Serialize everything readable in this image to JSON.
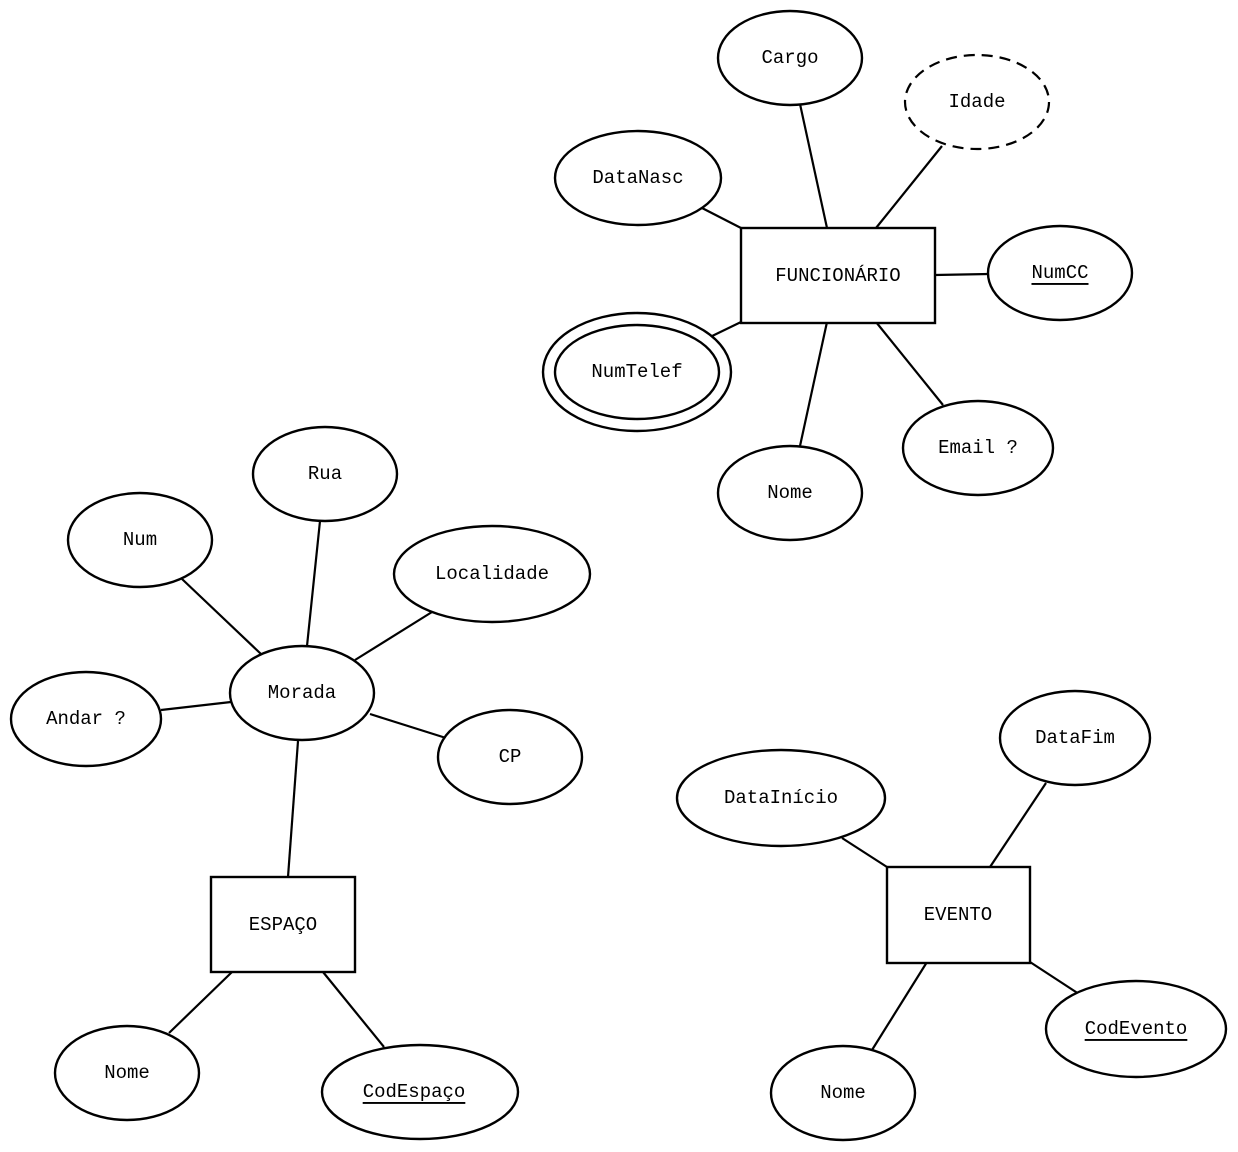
{
  "entities": {
    "funcionario": {
      "name": "FUNCIONÁRIO",
      "attributes": {
        "cargo": "Cargo",
        "idade": "Idade",
        "datanasc": "DataNasc",
        "numcc": "NumCC",
        "numtelef": "NumTelef",
        "email": "Email ?",
        "nome": "Nome"
      }
    },
    "espaco": {
      "name": "ESPAÇO",
      "attributes": {
        "morada": "Morada",
        "num": "Num",
        "rua": "Rua",
        "localidade": "Localidade",
        "andar": "Andar ?",
        "cp": "CP",
        "nome": "Nome",
        "codespaco": "CodEspaço"
      }
    },
    "evento": {
      "name": "EVENTO",
      "attributes": {
        "datainicio": "DataInício",
        "datafim": "DataFim",
        "codevento": "CodEvento",
        "nome": "Nome"
      }
    }
  }
}
